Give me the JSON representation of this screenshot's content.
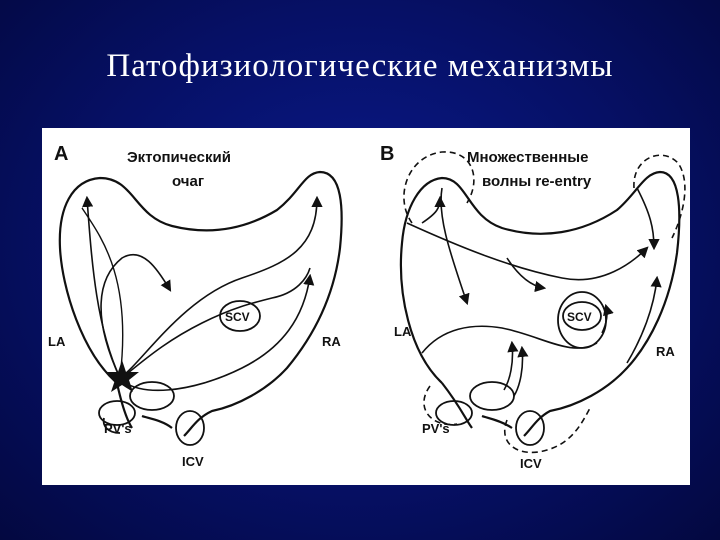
{
  "slide": {
    "title": "Патофизиологические механизмы"
  },
  "panel_a": {
    "letter": "A",
    "title_line1": "Эктопический",
    "title_line2": "очаг",
    "label_la": "LA",
    "label_ra": "RA",
    "label_scv": "SCV",
    "label_pvs": "PV's",
    "label_icv": "ICV"
  },
  "panel_b": {
    "letter": "B",
    "title_line1": "Множественные",
    "title_line2": "волны re-entry",
    "label_la": "LA",
    "label_ra": "RA",
    "label_scv": "SCV",
    "label_pvs": "PV's",
    "label_icv": "ICV"
  }
}
